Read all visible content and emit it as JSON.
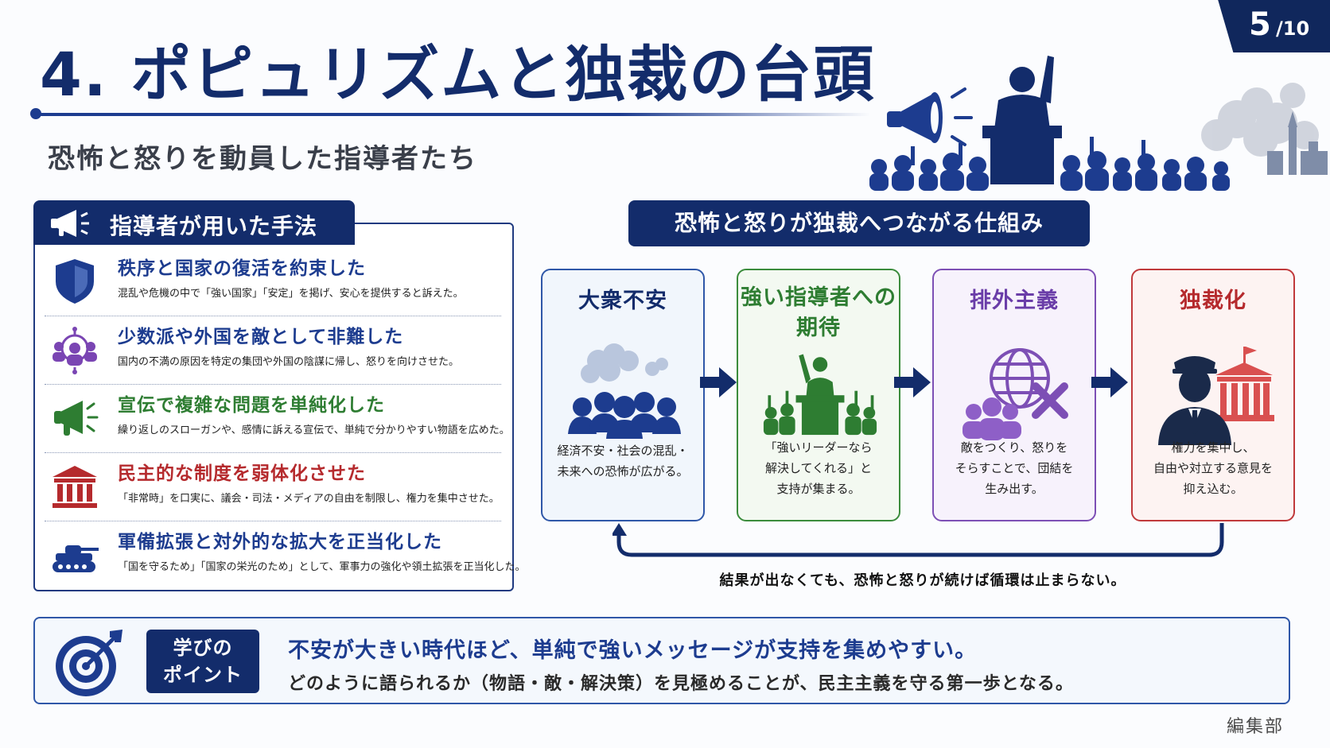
{
  "page": {
    "current": "5",
    "total": "/10"
  },
  "title": "4. ポピュリズムと独裁の台頭",
  "subtitle": "恐怖と怒りを動員した指導者たち",
  "left_panel": {
    "heading": "指導者が用いた手法",
    "methods": [
      {
        "icon": "shield-icon",
        "color": "#1d3c8f",
        "title": "秩序と国家の復活を約束した",
        "desc": "混乱や危機の中で「強い国家」「安定」を掲げ、安心を提供すると訴えた。"
      },
      {
        "icon": "target-people-icon",
        "color": "#7a45b3",
        "title": "少数派や外国を敵として非難した",
        "desc": "国内の不満の原因を特定の集団や外国の陰謀に帰し、怒りを向けさせた。"
      },
      {
        "icon": "megaphone-icon",
        "color": "#2e7d32",
        "title": "宣伝で複雑な問題を単純化した",
        "desc": "繰り返しのスローガンや、感情に訴える宣伝で、単純で分かりやすい物語を広めた。"
      },
      {
        "icon": "institution-icon",
        "color": "#b52a2d",
        "title": "民主的な制度を弱体化させた",
        "desc": "「非常時」を口実に、議会・司法・メディアの自由を制限し、権力を集中させた。"
      },
      {
        "icon": "tank-icon",
        "color": "#1d3c8f",
        "title": "軍備拡張と対外的な拡大を正当化した",
        "desc": "「国を守るため」「国家の栄光のため」として、軍事力の強化や領土拡張を正当化した。"
      }
    ]
  },
  "right_panel": {
    "heading": "恐怖と怒りが独裁へつながる仕組み",
    "steps": [
      {
        "title": "大衆不安",
        "icon": "anxious-crowd-icon",
        "desc": "経済不安・社会の混乱・\n未来への恐怖が広がる。"
      },
      {
        "title": "強い指導者への\n期待",
        "icon": "leader-podium-icon",
        "desc": "「強いリーダーなら\n解決してくれる」と\n支持が集まる。"
      },
      {
        "title": "排外主義",
        "icon": "globe-exclusion-icon",
        "desc": "敵をつくり、怒りを\nそらすことで、団結を\n生み出す。"
      },
      {
        "title": "独裁化",
        "icon": "dictator-icon",
        "desc": "権力を集中し、\n自由や対立する意見を\n抑え込む。"
      }
    ],
    "cycle_note": "結果が出なくても、恐怖と怒りが続けば循環は止まらない。"
  },
  "learning_point": {
    "label": "学びの\nポイント",
    "main": "不安が大きい時代ほど、単純で強いメッセージが支持を集めやすい。",
    "sub": "どのように語られるか（物語・敵・解決策）を見極めることが、民主主義を守る第一歩となる。"
  },
  "footer": {
    "editor": "編集部"
  },
  "colors": {
    "navy": "#132c6b",
    "green": "#2e7d32",
    "purple": "#6a3da8",
    "red": "#b52a2d"
  }
}
